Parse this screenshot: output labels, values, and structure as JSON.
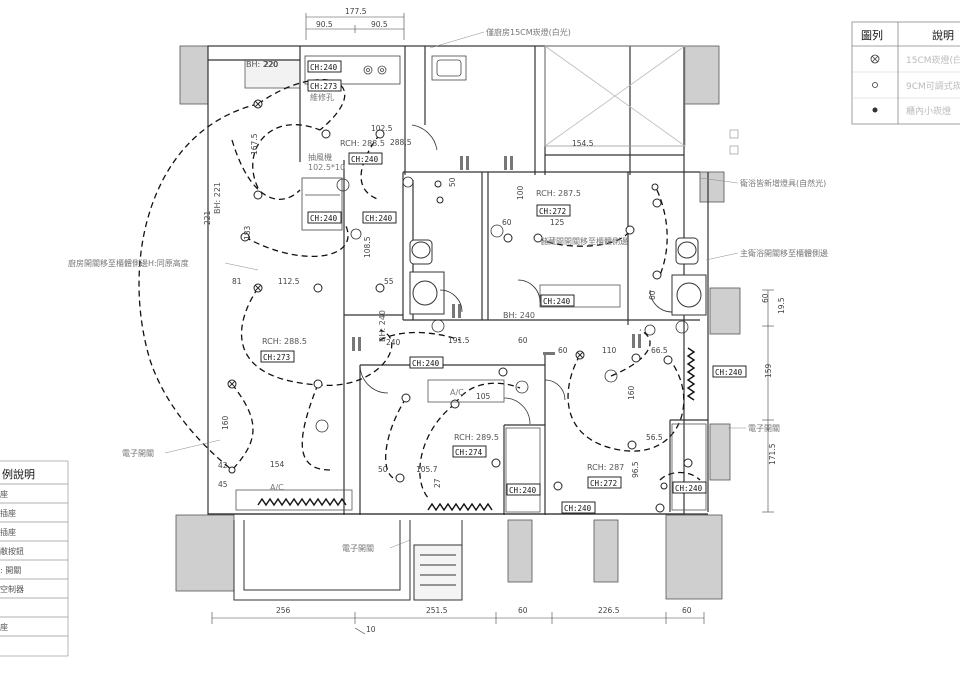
{
  "legend_right": {
    "header_symbol": "圖列",
    "header_desc": "說明",
    "rows": [
      {
        "desc": "15CM崁燈(白"
      },
      {
        "desc": "9CM可調式崁"
      },
      {
        "desc": "櫃內小崁燈"
      }
    ]
  },
  "legend_left": {
    "title": "例說明",
    "rows": [
      "座",
      "插座",
      "插座",
      "敝按鈕",
      ": 開關",
      "空制器",
      "",
      "座",
      ""
    ]
  },
  "dims_top": [
    "177.5",
    "90.5",
    "90.5"
  ],
  "dims_bottom": [
    "256",
    "251.5",
    "60",
    "226.5",
    "60",
    "10"
  ],
  "dims_right": [
    "60",
    "19.5",
    "159",
    "171.5"
  ],
  "dims_interior": [
    "102.5",
    "288.5",
    "167.5",
    "183",
    "221",
    "112.5",
    "81",
    "55",
    "108.5",
    "154.5",
    "100",
    "60",
    "125",
    "191.5",
    "60",
    "60",
    "110",
    "66.5",
    "160",
    "160",
    "105",
    "154",
    "42",
    "45",
    "50",
    "105.7",
    "27",
    "56.5",
    "96.5",
    "50",
    "60",
    "240",
    "220"
  ],
  "notes": {
    "top_light": "僅廚房15CM崁燈(白光)",
    "kitchen_switch": "廚房開關移至櫃體側邊H:同原高度",
    "fan": "抽風機",
    "fan_dim": "102.5*10",
    "move_hole": "維修孔",
    "storage_switch": "儲藏間開關移至櫃體側邊",
    "bath_fixture": "衛浴皆新增燈具(自然光)",
    "master_bath_switch": "主衛浴開關移至櫃體側邊",
    "e_switch_left": "電子開關",
    "e_switch_right": "電子開關",
    "e_switch_bottom": "電子開關",
    "ac_left": "A/C",
    "ac_mid": "A/C"
  },
  "rch_labels": [
    "RCH: 288.5",
    "RCH: 287.5",
    "RCH: 288.5",
    "RCH: 289.5",
    "RCH: 287"
  ],
  "ch_tags": [
    "CH:240",
    "CH:273",
    "CH:240",
    "CH:240",
    "CH:240",
    "CH:272",
    "CH:240",
    "CH:273",
    "CH:240",
    "CH:240",
    "CH:274",
    "CH:240",
    "CH:240",
    "CH:272",
    "CH:240"
  ],
  "bh_labels": [
    "BH: 220",
    "BH: 221",
    "BH: 240",
    "BH: 240"
  ],
  "colors": {
    "line": "#222222",
    "wall": "#d0d0d0",
    "wall_dark": "#b9b9b9",
    "dim_line": "#444444"
  }
}
